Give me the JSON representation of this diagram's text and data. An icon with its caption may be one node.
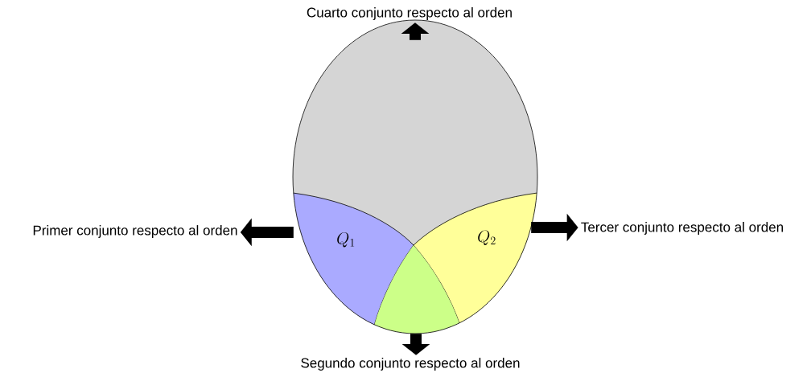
{
  "diagram": {
    "nodes": [
      {
        "text": [
          "Cuarto conjunto respecto al orden"
        ]
      },
      {
        "text": [],
        "shape": "sector"
      },
      {
        "text": [
          "Primer conjunto respecto al orden"
        ]
      },
      {
        "text": [
          "Q_1"
        ]
      },
      {
        "text": [
          "Q_2"
        ]
      },
      {
        "text": [
          "Tercer conjunto respecto al orden"
        ]
      },
      {
        "text": [],
        "shape": "sector"
      },
      {
        "text": [
          "Segundo conjunto respecto al orden"
        ]
      }
    ],
    "edges": [
      {
        "from": 1,
        "to": 0,
        "arrow": "to"
      },
      {
        "from": 3,
        "to": 2,
        "arrow": "to"
      },
      {
        "from": 4,
        "to": 5,
        "arrow": "to"
      },
      {
        "from": 6,
        "to": 7,
        "arrow": "to"
      }
    ]
  }
}
